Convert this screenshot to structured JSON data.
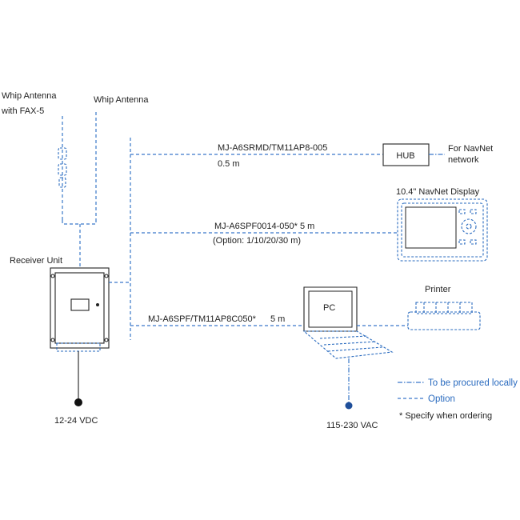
{
  "labels": {
    "whip_fax": "Whip Antenna",
    "with_fax": "with FAX-5",
    "whip": "Whip Antenna",
    "receiver": "Receiver Unit",
    "power_dc": "12-24 VDC",
    "cable1": "MJ-A6SRMD/TM11AP8-005",
    "cable1_len": "0.5 m",
    "hub": "HUB",
    "navnet1": "For NavNet",
    "navnet2": "network",
    "display": "10.4\" NavNet Display",
    "cable2": "MJ-A6SPF0014-050*  5 m",
    "cable2_opt": "(Option: 1/10/20/30 m)",
    "cable3": "MJ-A6SPF/TM11AP8C050*",
    "cable3_len": "5 m",
    "pc": "PC",
    "printer": "Printer",
    "power_ac": "115-230 VAC"
  },
  "legend": {
    "local": "To be procured locally",
    "option": "Option",
    "note": "* Specify when ordering"
  },
  "colors": {
    "accent": "#2a6bbf",
    "line": "#3a78c9",
    "ink": "#222222"
  }
}
